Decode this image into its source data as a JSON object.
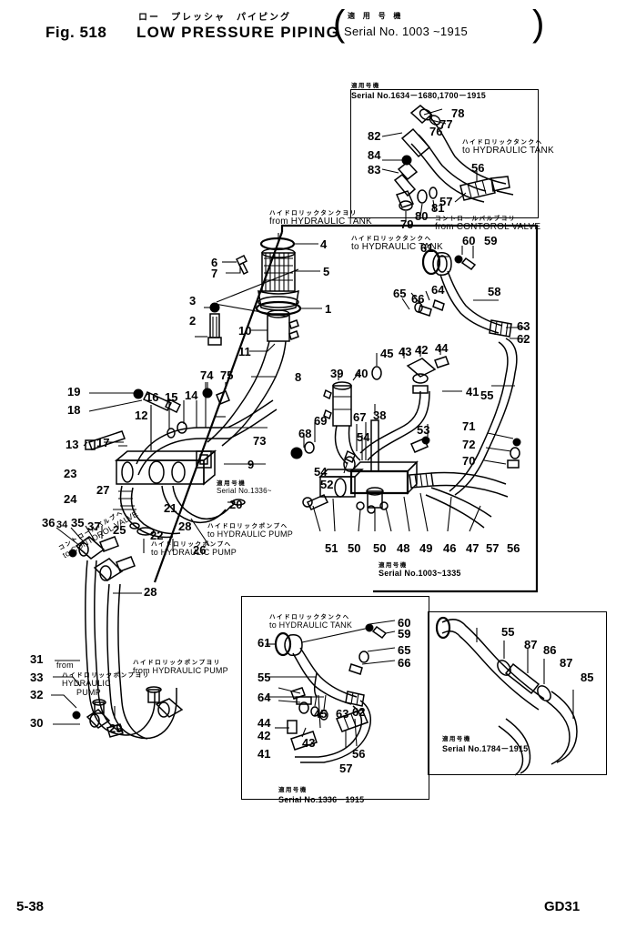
{
  "page": {
    "figure_number": "Fig. 518",
    "title_kana": "ロー　プレッシャ　パイピング",
    "title_roman": "LOW PRESSURE PIPING",
    "serial_kana": "適 用 号 機",
    "serial_roman": "Serial No. 1003 ~1915",
    "footer_left": "5-38",
    "footer_right": "GD31"
  },
  "labels": {
    "from_tank": {
      "kana": "ハイドロリックタンクヨリ",
      "roman": "from HYDRAULIC TANK"
    },
    "to_tank": {
      "kana": "ハイドロリックタンクヘ",
      "roman": "to HYDRAULIC TANK"
    },
    "from_control_valve": {
      "kana": "コントロールバルブヨリ",
      "roman": "from CONTOROL VALVE"
    },
    "to_control_valve": {
      "kana": "コントロールバルブヘ",
      "roman": "to CONTOROL VALVE"
    },
    "to_pump": {
      "kana": "ハイドロリックポンプヘ",
      "roman": "to HYDRAULIC PUMP"
    },
    "from_pump": {
      "kana": "ハイドロリックポンプヨリ",
      "roman": "from HYDRAULIC PUMP"
    },
    "serial_1336_inline": {
      "kana": "適用号機",
      "roman": "Serial No.1336~"
    }
  },
  "insets": {
    "top_right": {
      "kana": "適用号機",
      "roman": "Serial  No.1634－1680,1700－1915"
    },
    "center_main": {
      "kana": "適用号機",
      "roman": "Serial  No.1003~1335"
    },
    "bottom_left": {
      "kana": "適用号機",
      "roman": "Serial  No.1336－1915"
    },
    "bottom_right": {
      "kana": "適用号機",
      "roman": "Serial  No.1784－1915"
    }
  },
  "callouts": {
    "filter_group": [
      "1",
      "2",
      "3",
      "4",
      "5",
      "6",
      "7",
      "8",
      "10",
      "11"
    ],
    "manifold_group": [
      "12",
      "13",
      "14",
      "15",
      "16",
      "17",
      "18",
      "19",
      "20",
      "21",
      "22",
      "25",
      "26",
      "27",
      "73",
      "74",
      "75"
    ],
    "pump_lines_group": [
      "28",
      "29",
      "30",
      "31",
      "32",
      "33",
      "34",
      "35",
      "36",
      "37",
      "9"
    ],
    "valve_block_group": [
      "38",
      "39",
      "40",
      "41",
      "42",
      "43",
      "44",
      "45",
      "46",
      "47",
      "48",
      "49",
      "50",
      "51",
      "52",
      "53",
      "54",
      "55",
      "56",
      "57",
      "67",
      "68",
      "69",
      "70",
      "71",
      "72"
    ],
    "tank_line_group": [
      "58",
      "59",
      "60",
      "61",
      "62",
      "63",
      "64",
      "65",
      "66"
    ],
    "top_inset_group": [
      "56",
      "57",
      "76",
      "77",
      "78",
      "79",
      "80",
      "81",
      "82",
      "83",
      "84"
    ],
    "bottom_left_inset_group": [
      "41",
      "42",
      "43",
      "44",
      "45",
      "55",
      "56",
      "57",
      "59",
      "60",
      "61",
      "62",
      "63",
      "64",
      "65",
      "66"
    ],
    "bottom_right_inset_group": [
      "55",
      "85",
      "86",
      "87"
    ],
    "bottom_row_main": [
      "51",
      "50",
      "50",
      "48",
      "49",
      "46",
      "47",
      "57",
      "56"
    ]
  },
  "numbers": {
    "n1": "1",
    "n2": "2",
    "n3": "3",
    "n4": "4",
    "n5": "5",
    "n6": "6",
    "n7": "7",
    "n8": "8",
    "n9": "9",
    "n10": "10",
    "n11": "11",
    "n12": "12",
    "n13": "13",
    "n14": "14",
    "n15": "15",
    "n16": "16",
    "n17": "17",
    "n18": "18",
    "n19": "19",
    "n20": "20",
    "n21": "21",
    "n22": "22",
    "n23": "23",
    "n24": "24",
    "n25": "25",
    "n26": "26",
    "n27": "27",
    "n28": "28",
    "n29": "29",
    "n30": "30",
    "n31": "31",
    "n32": "32",
    "n33": "33",
    "n34": "34",
    "n35": "35",
    "n36": "36",
    "n37": "37",
    "n38": "38",
    "n39": "39",
    "n40": "40",
    "n41": "41",
    "n42": "42",
    "n43": "43",
    "n44": "44",
    "n45": "45",
    "n46": "46",
    "n47": "47",
    "n48": "48",
    "n49": "49",
    "n50": "50",
    "n51": "51",
    "n52": "52",
    "n53": "53",
    "n54": "54",
    "n55": "55",
    "n56": "56",
    "n57": "57",
    "n58": "58",
    "n59": "59",
    "n60": "60",
    "n61": "61",
    "n62": "62",
    "n63": "63",
    "n64": "64",
    "n65": "65",
    "n66": "66",
    "n67": "67",
    "n68": "68",
    "n69": "69",
    "n70": "70",
    "n71": "71",
    "n72": "72",
    "n73": "73",
    "n74": "74",
    "n75": "75",
    "n76": "76",
    "n77": "77",
    "n78": "78",
    "n79": "79",
    "n80": "80",
    "n81": "81",
    "n82": "82",
    "n83": "83",
    "n84": "84",
    "n85": "85",
    "n86": "86",
    "n87": "87"
  }
}
